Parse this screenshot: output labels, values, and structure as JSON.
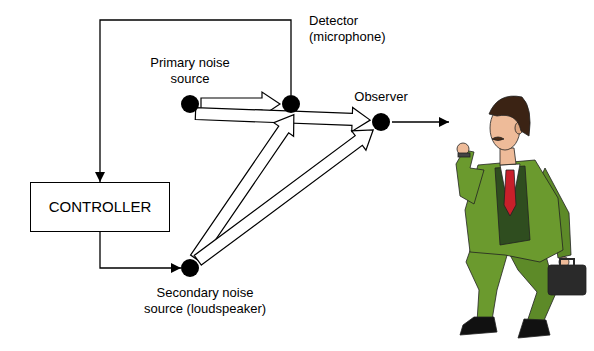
{
  "diagram": {
    "nodes": [
      {
        "text": [
          "Primary noise source"
        ]
      },
      {
        "text": [
          "Detector (microphone)"
        ]
      },
      {
        "text": [
          "Observer"
        ]
      },
      {
        "text": [
          "CONTROLLER"
        ]
      },
      {
        "text": [
          "Secondary noise source (loudspeaker)"
        ]
      }
    ],
    "edges": [
      {
        "from": 0,
        "to": 1,
        "arrow": "to"
      },
      {
        "from": 0,
        "to": 2,
        "arrow": "to"
      },
      {
        "from": 4,
        "to": 1,
        "arrow": "to"
      },
      {
        "from": 4,
        "to": 2,
        "arrow": "to"
      },
      {
        "from": 1,
        "to": 3,
        "arrow": "to"
      },
      {
        "from": 3,
        "to": 4,
        "arrow": "to"
      }
    ]
  }
}
